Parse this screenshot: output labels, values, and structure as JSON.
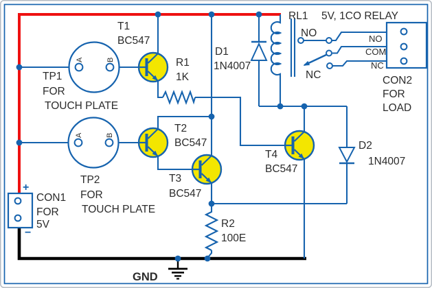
{
  "colors": {
    "wire_blue": "#1663ae",
    "positive_rail_red": "#ee1111",
    "ground_rail_black": "#000000",
    "transistor_yellow": "#f3e600",
    "text": "#2b2b2b"
  },
  "con1": {
    "ref": "CON1",
    "for_label": "FOR",
    "value": "5V",
    "plus": "+",
    "minus": "−"
  },
  "touch_plate_1": {
    "ref": "TP1",
    "for_label": "FOR",
    "plate_label": "TOUCH PLATE",
    "a": "A",
    "b": "B"
  },
  "touch_plate_2": {
    "ref": "TP2",
    "for_label": "FOR",
    "plate_label": "TOUCH PLATE",
    "a": "A",
    "b": "B"
  },
  "transistor_1": {
    "ref": "T1",
    "part": "BC547"
  },
  "transistor_2": {
    "ref": "T2",
    "part": "BC547"
  },
  "transistor_3": {
    "ref": "T3",
    "part": "BC547"
  },
  "transistor_4": {
    "ref": "T4",
    "part": "BC547"
  },
  "resistor_1": {
    "ref": "R1",
    "value": "1K"
  },
  "resistor_2": {
    "ref": "R2",
    "value": "100E"
  },
  "diode_1": {
    "ref": "D1",
    "part": "1N4007"
  },
  "diode_2": {
    "ref": "D2",
    "part": "1N4007"
  },
  "relay": {
    "ref": "RL1",
    "spec": "5V, 1CO RELAY",
    "no_label": "NO",
    "nc_label": "NC"
  },
  "con2": {
    "ref": "CON2",
    "for_label": "FOR",
    "load_label": "LOAD",
    "pin_no": "NO",
    "pin_com": "COM",
    "pin_nc": "NC"
  },
  "ground": {
    "label": "GND"
  }
}
